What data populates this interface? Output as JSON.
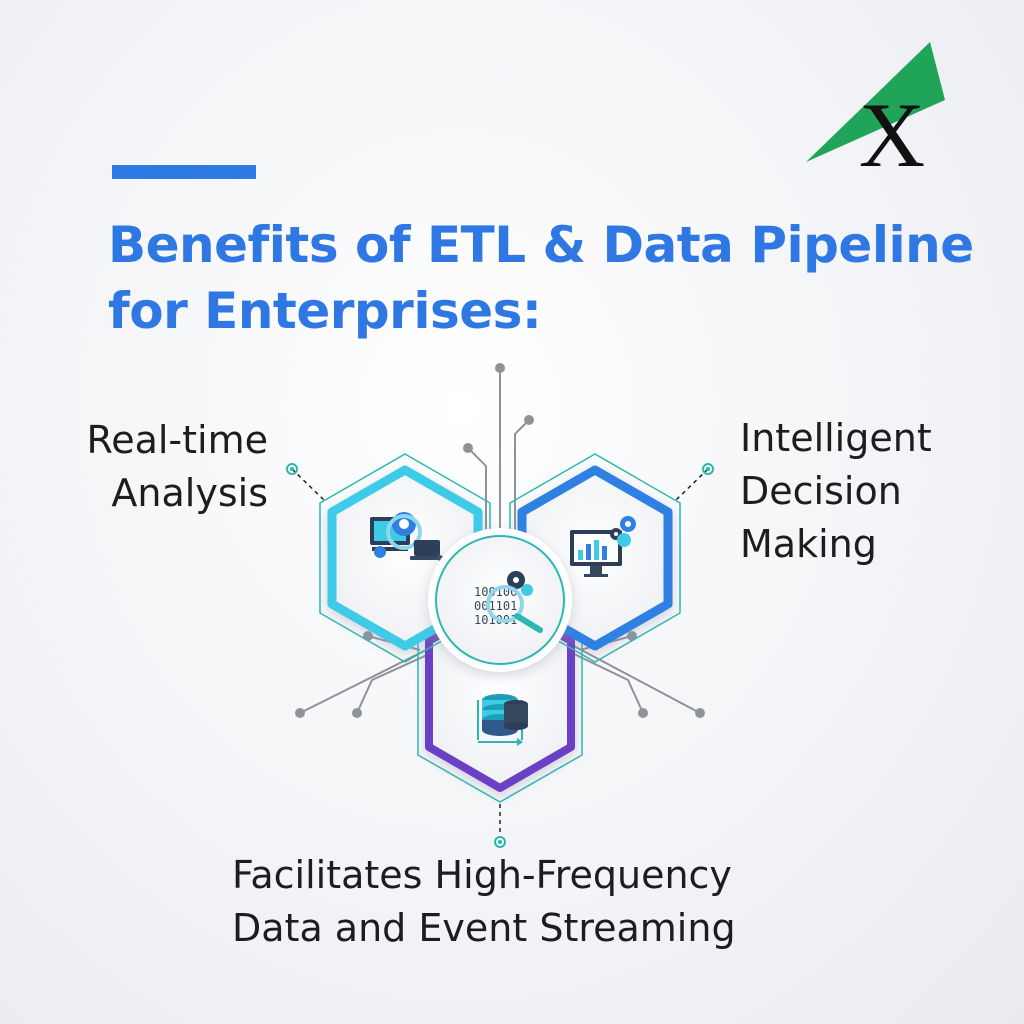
{
  "title": {
    "line1": "Benefits of ETL & Data Pipeline",
    "line2": "for Enterprises:"
  },
  "benefits": {
    "realtime": {
      "line1": "Real-time",
      "line2": "Analysis",
      "icon": "monitor-gear-magnifier-icon"
    },
    "intelligent": {
      "line1": "Intelligent",
      "line2": "Decision",
      "line3": "Making",
      "icon": "chart-monitor-gear-icon"
    },
    "streaming": {
      "line1": "Facilitates High-Frequency",
      "line2": "Data and Event Streaming",
      "icon": "database-stack-icon"
    }
  },
  "center_icon": {
    "name": "binary-data-magnifier-icon",
    "binary": [
      "100100",
      "001101",
      "101001"
    ]
  },
  "logo": {
    "letter": "X"
  },
  "colors": {
    "title": "#2f78e4",
    "accent_bar": "#2f7be6",
    "hex_left": "#3ecbe8",
    "hex_right": "#2f80e3",
    "hex_bottom": "#6a3fc4",
    "outline": "#2bb8b0",
    "logo_green": "#1fa45a",
    "text": "#1d1d1f"
  }
}
